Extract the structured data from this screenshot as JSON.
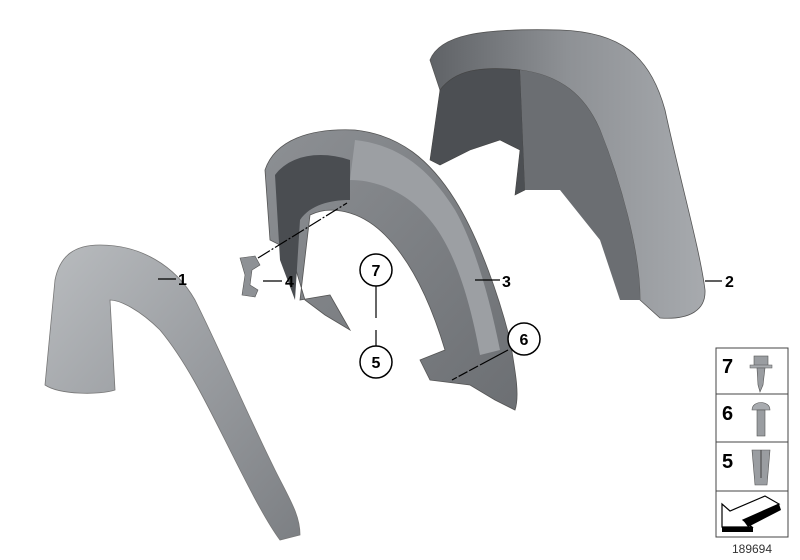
{
  "diagram": {
    "parts": [
      {
        "number": "1"
      },
      {
        "number": "2"
      },
      {
        "number": "3"
      },
      {
        "number": "4"
      },
      {
        "number": "5"
      },
      {
        "number": "6"
      },
      {
        "number": "7"
      }
    ],
    "legend_box": {
      "items": [
        "7",
        "6",
        "5"
      ]
    },
    "document_number": "189694"
  }
}
